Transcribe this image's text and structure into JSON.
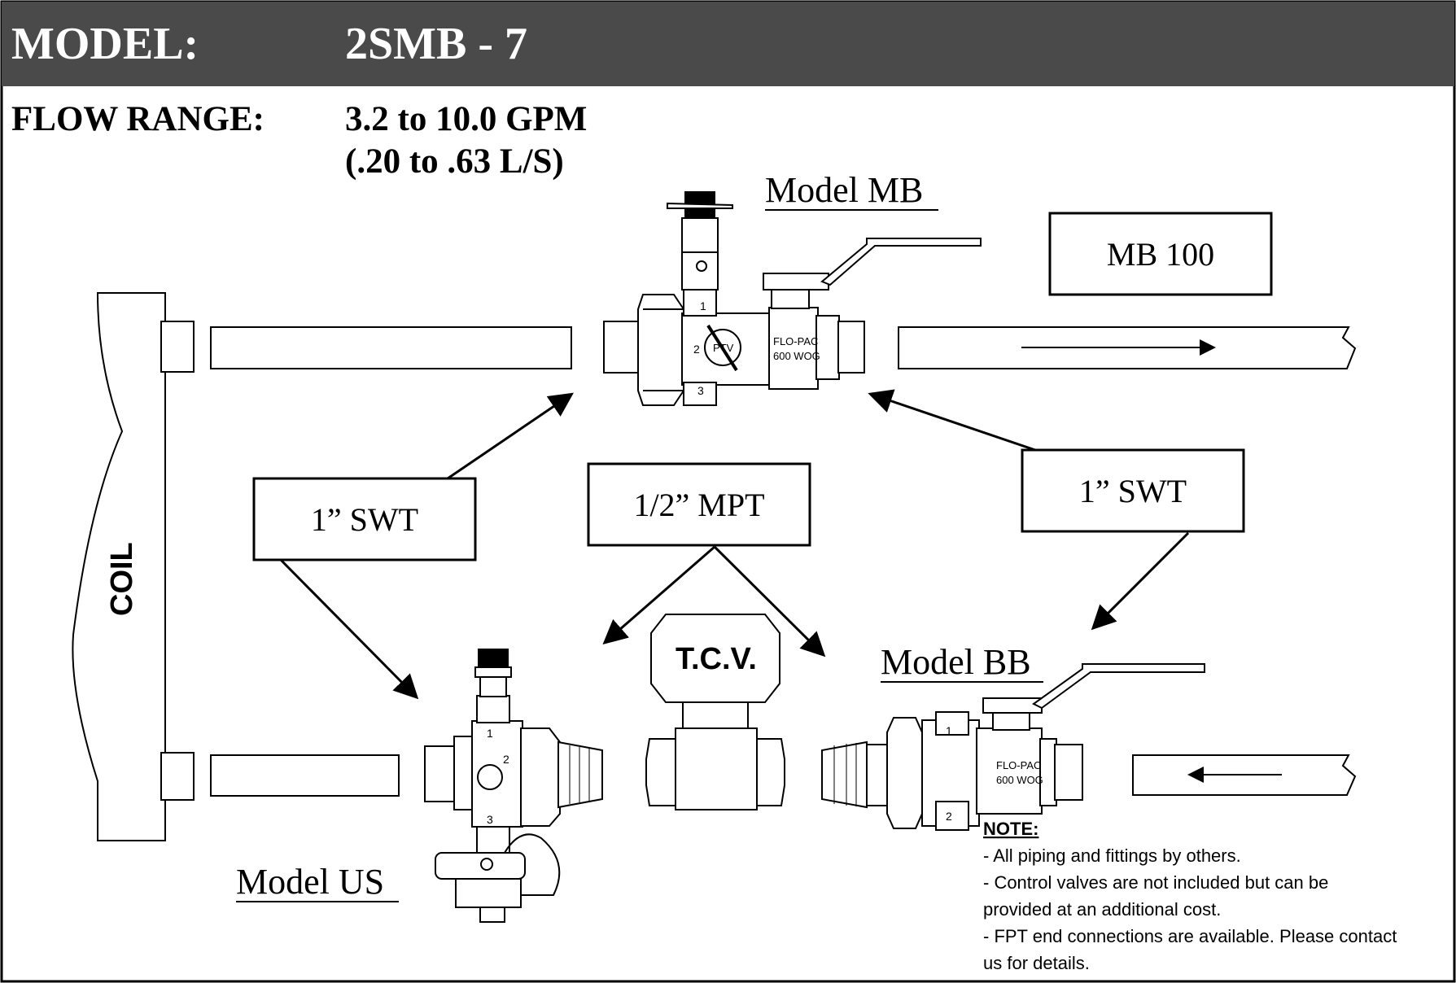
{
  "header": {
    "model_label": "MODEL:",
    "model_value": "2SMB - 7"
  },
  "flow": {
    "label": "FLOW RANGE:",
    "gpm": "3.2 to 10.0 GPM",
    "lps": "(.20 to .63 L/S)"
  },
  "labels": {
    "model_mb": "Model MB",
    "model_bb": "Model BB",
    "model_us": "Model US",
    "coil": "COIL",
    "tcv": "T.C.V.",
    "valve_brand": "FLO-PAC",
    "valve_rating": "600 WOG",
    "ptv": "PTV",
    "port_1": "1",
    "port_2": "2",
    "port_3": "3"
  },
  "callouts": {
    "mb100": "MB 100",
    "swt_left": "1” SWT",
    "mpt": "1/2” MPT",
    "swt_right": "1” SWT"
  },
  "note": {
    "title": "NOTE:",
    "lines": [
      "- All piping and fittings by others.",
      "- Control valves are not included but can be",
      "provided at an additional cost.",
      "- FPT end connections are available.  Please contact",
      "us for details."
    ]
  },
  "colors": {
    "header_bg": "#4a4a4a",
    "header_text": "#ffffff",
    "ink": "#000000"
  }
}
